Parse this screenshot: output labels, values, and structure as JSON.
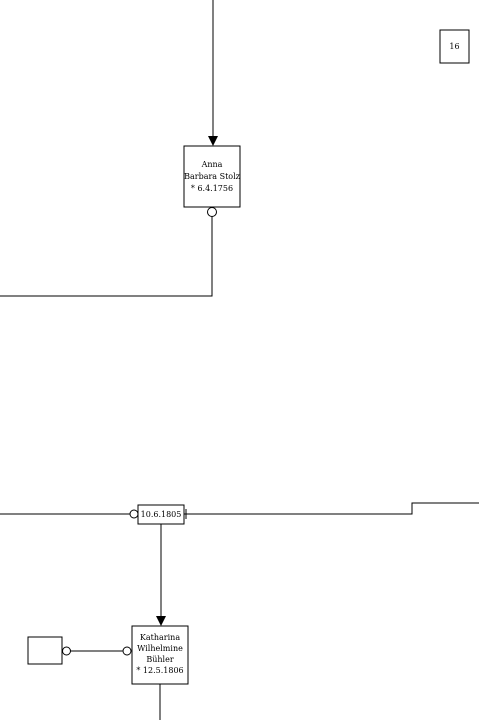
{
  "page_number": "16",
  "persons": {
    "anna": {
      "line1": "Anna",
      "line2": "Barbara Stolz",
      "line3": "* 6.4.1756"
    },
    "katharina": {
      "line1": "Katharina",
      "line2": "Wilhelmine",
      "line3": "Bühler",
      "line4": "* 12.5.1806"
    }
  },
  "marriage": {
    "date": "10.6.1805"
  }
}
